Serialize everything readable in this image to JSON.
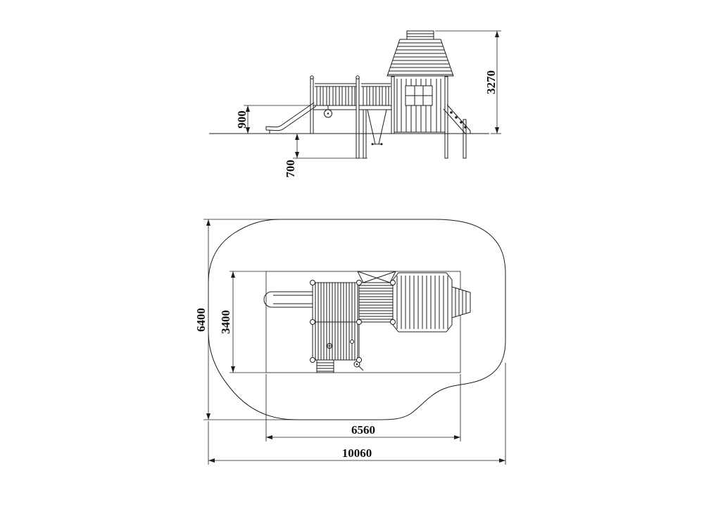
{
  "palette": {
    "line": "#1c1c1c",
    "background": "#ffffff"
  },
  "elevation_view": {
    "dimensions": {
      "platform_height_mm": "900",
      "embedment_depth_mm": "700",
      "overall_height_mm": "3270"
    }
  },
  "plan_view": {
    "dimensions": {
      "safety_zone_depth_mm": "6400",
      "equipment_depth_mm": "3400",
      "equipment_length_mm": "6560",
      "safety_zone_length_mm": "10060"
    }
  }
}
